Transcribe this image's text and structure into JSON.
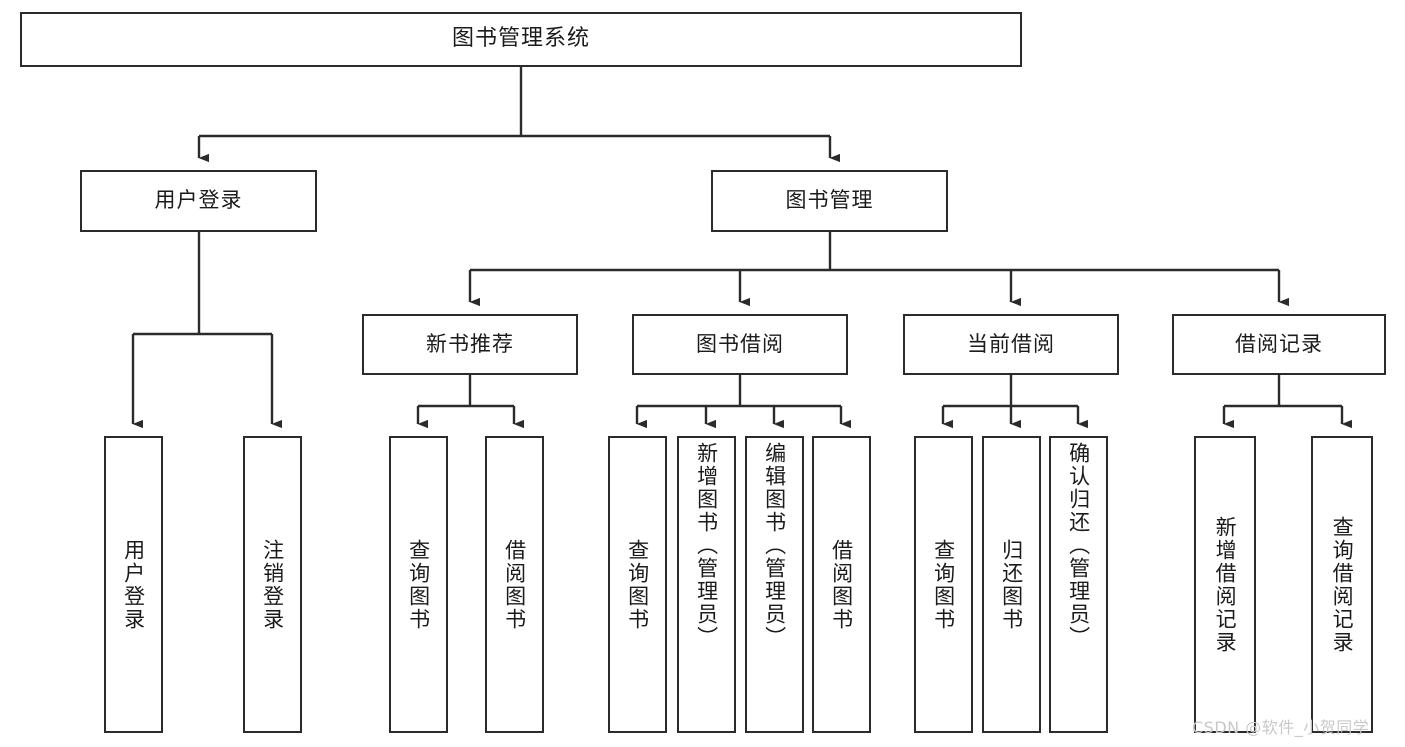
{
  "diagram": {
    "type": "tree",
    "title": "图书管理系统",
    "orientation": "top-down",
    "colors": {
      "box_border": "#2b2b2b",
      "box_fill": "#ffffff",
      "connector": "#2b2b2b",
      "text": "#1b1b1b",
      "watermark": "#c9c9c9"
    },
    "nodes": {
      "root": {
        "label": "图书管理系统"
      },
      "level2": [
        {
          "id": "user-login",
          "label": "用户登录"
        },
        {
          "id": "book-manage",
          "label": "图书管理"
        }
      ],
      "level3": [
        {
          "id": "new-book-recommend",
          "label": "新书推荐"
        },
        {
          "id": "book-borrow",
          "label": "图书借阅"
        },
        {
          "id": "current-borrow",
          "label": "当前借阅"
        },
        {
          "id": "borrow-record",
          "label": "借阅记录"
        }
      ],
      "leaves": [
        {
          "id": "leaf-user-login",
          "parent": "user-login",
          "label": "用户登录"
        },
        {
          "id": "leaf-logout",
          "parent": "user-login",
          "label": "注销登录"
        },
        {
          "id": "leaf-query-book-1",
          "parent": "new-book-recommend",
          "label": "查询图书"
        },
        {
          "id": "leaf-borrow-book-1",
          "parent": "new-book-recommend",
          "label": "借阅图书"
        },
        {
          "id": "leaf-query-book-2",
          "parent": "book-borrow",
          "label": "查询图书"
        },
        {
          "id": "leaf-add-book-admin",
          "parent": "book-borrow",
          "label": "新增图书（管理员）"
        },
        {
          "id": "leaf-edit-book-admin",
          "parent": "book-borrow",
          "label": "编辑图书（管理员）"
        },
        {
          "id": "leaf-borrow-book-2",
          "parent": "book-borrow",
          "label": "借阅图书"
        },
        {
          "id": "leaf-query-book-3",
          "parent": "current-borrow",
          "label": "查询图书"
        },
        {
          "id": "leaf-return-book",
          "parent": "current-borrow",
          "label": "归还图书"
        },
        {
          "id": "leaf-confirm-return-admin",
          "parent": "current-borrow",
          "label": "确认归还（管理员）"
        },
        {
          "id": "leaf-add-borrow-record",
          "parent": "borrow-record",
          "label": "新增借阅记录"
        },
        {
          "id": "leaf-query-borrow-record",
          "parent": "borrow-record",
          "label": "查询借阅记录"
        }
      ]
    },
    "watermark": "CSDN @软件_小贺同学"
  }
}
